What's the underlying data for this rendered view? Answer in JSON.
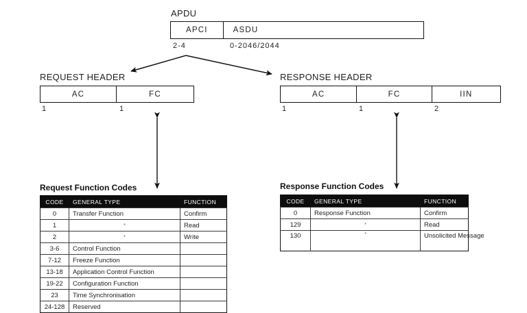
{
  "diagram": {
    "apdu": {
      "title": "APDU",
      "cells": [
        {
          "label": "APCI",
          "size": "2-4"
        },
        {
          "label": "ASDU",
          "size": "0-2046/2044"
        },
        {
          "label": "",
          "size": ""
        }
      ]
    },
    "request_header": {
      "title": "REQUEST HEADER",
      "cells": [
        {
          "label": "AC",
          "size": "1"
        },
        {
          "label": "FC",
          "size": "1"
        }
      ]
    },
    "response_header": {
      "title": "RESPONSE HEADER",
      "cells": [
        {
          "label": "AC",
          "size": "1"
        },
        {
          "label": "FC",
          "size": "1"
        },
        {
          "label": "IIN",
          "size": "2"
        }
      ]
    },
    "request_table": {
      "title": "Request Function Codes",
      "columns": [
        "CODE",
        "GENERAL TYPE",
        "FUNCTION"
      ],
      "rows": [
        {
          "code": "0",
          "general_type": "Transfer Function",
          "function": "Confirm"
        },
        {
          "code": "1",
          "general_type": "*",
          "function": "Read"
        },
        {
          "code": "2",
          "general_type": "*",
          "function": "Write"
        },
        {
          "code": "3-6",
          "general_type": "Control Function",
          "function": ""
        },
        {
          "code": "7-12",
          "general_type": "Freeze Function",
          "function": ""
        },
        {
          "code": "13-18",
          "general_type": "Application Control Function",
          "function": ""
        },
        {
          "code": "19-22",
          "general_type": "Configuration Function",
          "function": ""
        },
        {
          "code": "23",
          "general_type": "Time Synchronisation",
          "function": ""
        },
        {
          "code": "24-128",
          "general_type": "Reserved",
          "function": ""
        }
      ]
    },
    "response_table": {
      "title": "Response Function Codes",
      "columns": [
        "CODE",
        "GENERAL TYPE",
        "FUNCTION"
      ],
      "rows": [
        {
          "code": "0",
          "general_type": "Response Function",
          "function": "Confirm"
        },
        {
          "code": "129",
          "general_type": "*",
          "function": "Read"
        },
        {
          "code": "130",
          "general_type": "*",
          "function": "Unsolicited Message"
        }
      ]
    },
    "colors": {
      "line": "#111111",
      "header_fill": "#0d0d0d",
      "header_text": "#ffffff",
      "background": "#ffffff"
    }
  }
}
